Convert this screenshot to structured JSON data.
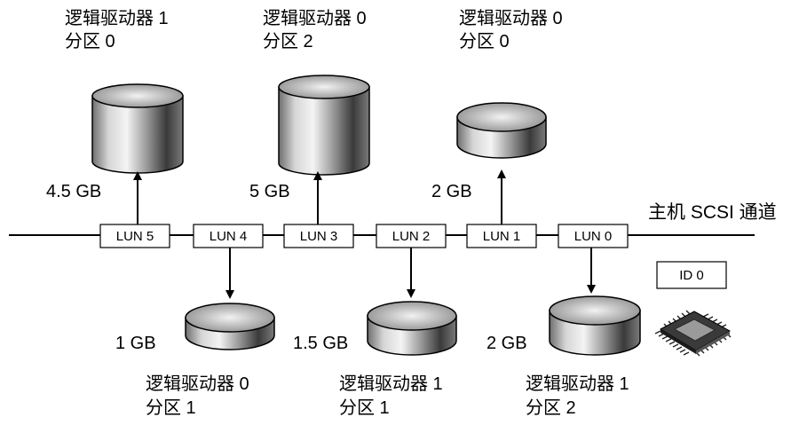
{
  "bus": {
    "label": "主机 SCSI 通道"
  },
  "luns": [
    {
      "id": "lun5",
      "label": "LUN 5",
      "capacity": "4.5 GB",
      "drive_line1": "逻辑驱动器 1",
      "drive_line2": "分区 0"
    },
    {
      "id": "lun4",
      "label": "LUN 4",
      "capacity": "1 GB",
      "drive_line1": "逻辑驱动器 0",
      "drive_line2": "分区 1"
    },
    {
      "id": "lun3",
      "label": "LUN 3",
      "capacity": "5 GB",
      "drive_line1": "逻辑驱动器 0",
      "drive_line2": "分区 2"
    },
    {
      "id": "lun2",
      "label": "LUN 2",
      "capacity": "1.5 GB",
      "drive_line1": "逻辑驱动器 1",
      "drive_line2": "分区 1"
    },
    {
      "id": "lun1",
      "label": "LUN 1",
      "capacity": "2 GB",
      "drive_line1": "逻辑驱动器 0",
      "drive_line2": "分区 0"
    },
    {
      "id": "lun0",
      "label": "LUN 0",
      "capacity": "2 GB",
      "drive_line1": "逻辑驱动器 1",
      "drive_line2": "分区 2"
    }
  ],
  "controller": {
    "label": "ID 0",
    "icon": "chip-icon"
  }
}
